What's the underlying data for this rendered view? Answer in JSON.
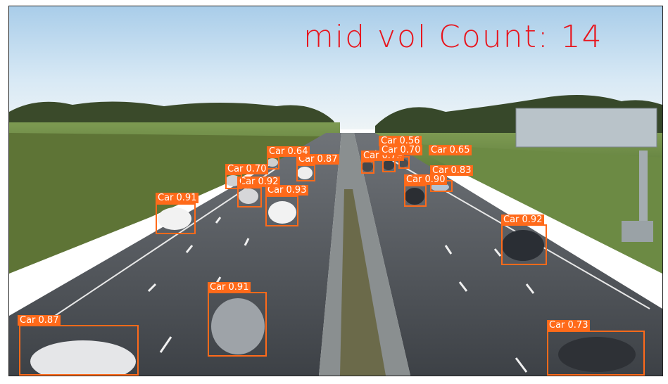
{
  "overlay": {
    "count_text": "mid vol Count: 14",
    "count_color": "#e8141c",
    "box_color": "#ff6a1a"
  },
  "detections": [
    {
      "label": "Car 0.87"
    },
    {
      "label": "Car 0.73"
    },
    {
      "label": "Car 0.91"
    },
    {
      "label": "Car 0.92"
    },
    {
      "label": "Car 0.91"
    },
    {
      "label": "Car 0.93"
    },
    {
      "label": "Car 0.92"
    },
    {
      "label": "Car 0.70"
    },
    {
      "label": "Car 0.87"
    },
    {
      "label": "Car 0.64"
    },
    {
      "label": "Car 0.79"
    },
    {
      "label": "Car 0.56"
    },
    {
      "label": "Car 0.70"
    },
    {
      "label": "Car 0.65"
    },
    {
      "label": "Car 0.83"
    },
    {
      "label": "Car 0.90"
    }
  ]
}
